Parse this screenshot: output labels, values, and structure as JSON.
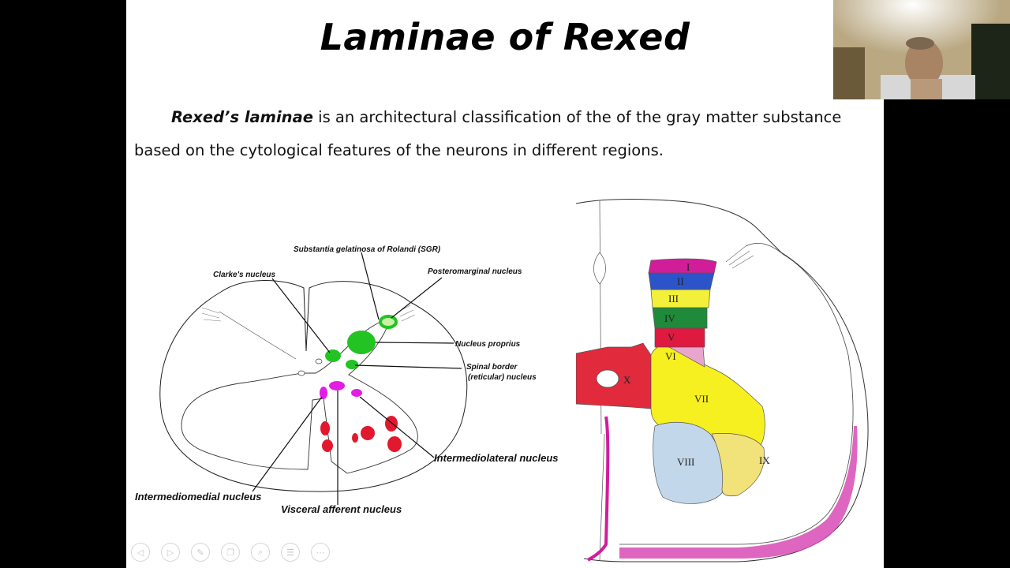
{
  "slide": {
    "title": "Laminae of Rexed",
    "paragraph": {
      "term": "Rexed’s laminae",
      "text": " is an architectural classification of the of the gray matter substance based on the cytological features of the neurons in different regions."
    }
  },
  "left_figure": {
    "labels": {
      "sgr": "Substantia gelatinosa of Rolandi (SGR)",
      "clarke": "Clarke's nucleus",
      "posteromarginal": "Posteromarginal nucleus",
      "proprius": "Nucleus proprius",
      "spinal_border_1": "Spinal border",
      "spinal_border_2": "(reticular) nucleus",
      "intermediolateral": "Intermediolateral nucleus",
      "intermediomedial": "Intermediomedial nucleus",
      "visceral": "Visceral afferent nucleus"
    },
    "colors": {
      "green": "#22c322",
      "magenta": "#e21ee2",
      "red": "#e2182e"
    }
  },
  "right_figure": {
    "laminae": [
      "I",
      "II",
      "III",
      "IV",
      "V",
      "VI",
      "VII",
      "VIII",
      "IX",
      "X"
    ],
    "colors": {
      "I": "#d21d9a",
      "II": "#2b54c9",
      "III": "#f2f03a",
      "IV": "#1f8a3a",
      "V": "#e0193f",
      "VI": "#e8a6cf",
      "VII": "#f7f020",
      "VIII": "#c2d8ea",
      "IX": "#f2e27a",
      "X": "#e12a3c"
    }
  },
  "toolbar": {
    "icons": [
      "prev-icon",
      "next-icon",
      "pen-icon",
      "copy-icon",
      "zoom-icon",
      "menu-icon",
      "more-icon"
    ]
  }
}
